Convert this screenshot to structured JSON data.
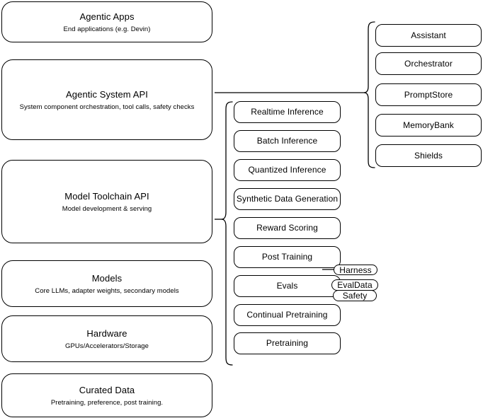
{
  "diagram": {
    "title": "AI Stack Architecture Diagram",
    "stroke_color": "#000000",
    "background_color": "#ffffff"
  },
  "stack_layers": [
    {
      "id": "agentic-apps",
      "title": "Agentic Apps",
      "subtitle": "End applications (e.g. Devin)"
    },
    {
      "id": "agentic-system-api",
      "title": "Agentic System API",
      "subtitle": "System component orchestration, tool calls, safety checks"
    },
    {
      "id": "model-toolchain-api",
      "title": "Model Toolchain API",
      "subtitle": "Model development & serving"
    },
    {
      "id": "models",
      "title": "Models",
      "subtitle": "Core LLMs, adapter weights, secondary models"
    },
    {
      "id": "hardware",
      "title": "Hardware",
      "subtitle": "GPUs/Accelerators/Storage"
    },
    {
      "id": "curated-data",
      "title": "Curated Data",
      "subtitle": "Pretraining, preference, post training."
    }
  ],
  "toolchain_capabilities": [
    {
      "id": "realtime-inference",
      "label": "Realtime Inference"
    },
    {
      "id": "batch-inference",
      "label": "Batch Inference"
    },
    {
      "id": "quantized-inference",
      "label": "Quantized Inference"
    },
    {
      "id": "synthetic-data-generation",
      "label": "Synthetic Data Generation"
    },
    {
      "id": "reward-scoring",
      "label": "Reward Scoring"
    },
    {
      "id": "post-training",
      "label": "Post Training"
    },
    {
      "id": "evals",
      "label": "Evals"
    },
    {
      "id": "continual-pretraining",
      "label": "Continual Pretraining"
    },
    {
      "id": "pretraining",
      "label": "Pretraining"
    }
  ],
  "eval_chips": [
    {
      "id": "harness",
      "label": "Harness"
    },
    {
      "id": "evaldata",
      "label": "EvalData"
    },
    {
      "id": "safety",
      "label": "Safety"
    }
  ],
  "system_components": [
    {
      "id": "assistant",
      "label": "Assistant"
    },
    {
      "id": "orchestrator",
      "label": "Orchestrator"
    },
    {
      "id": "promptstore",
      "label": "PromptStore"
    },
    {
      "id": "memorybank",
      "label": "MemoryBank"
    },
    {
      "id": "shields",
      "label": "Shields"
    }
  ]
}
